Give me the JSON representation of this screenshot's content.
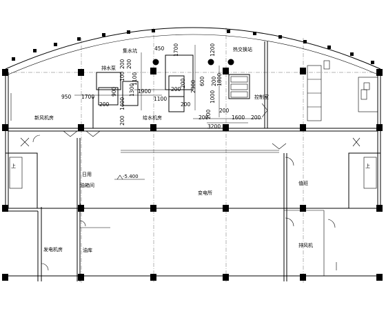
{
  "rooms": {
    "pump_room": "排水泵",
    "sump_pit": "集水坑",
    "fire_exchange": "热交换站",
    "control_room": "控制室",
    "fresh_air_room": "新风机房",
    "water_pump_room": "给水机房",
    "daily_oil_tank_room": [
      "日用",
      "油箱间"
    ],
    "substation": "变电所",
    "duty_room": "值班",
    "generator_room": "发电机房",
    "oil_store": "油库",
    "exhaust_room": "排风机"
  },
  "stair_labels": {
    "left": "上",
    "right": "上"
  },
  "elevation": "-5.400",
  "dimensions": {
    "d450": "450",
    "d1700a": "1700",
    "d1200": "1200",
    "d2001": "200",
    "d100": "100",
    "d2002": "200",
    "d950": "950",
    "d1700b": "1700",
    "d1900": "1900",
    "d200a": "200",
    "d1100a": "1100",
    "d1100b": "1100",
    "d200b": "200",
    "d200c": "200",
    "d2300": "2300",
    "d600": "600",
    "d1800": "1800",
    "d200d": "200",
    "d900": "900",
    "d1300": "1300",
    "d1400": "1400",
    "d200e": "200",
    "d1000": "1000",
    "d200f": "200",
    "d200g": "200",
    "d200h": "200",
    "d3200": "3200",
    "d1600": "1600",
    "d200i": "200",
    "d200j": "200"
  }
}
